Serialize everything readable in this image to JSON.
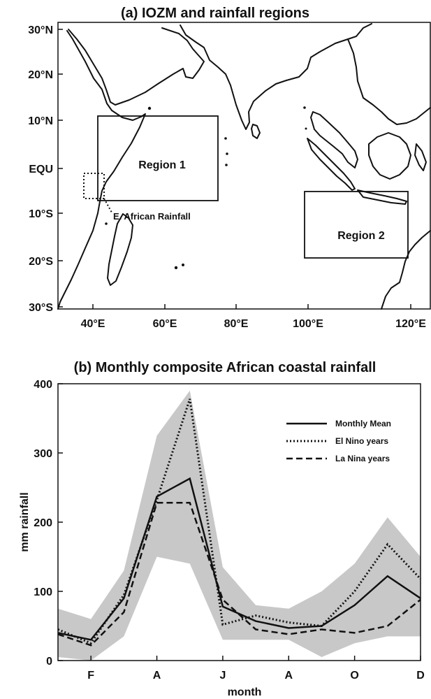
{
  "map": {
    "title": "(a) IOZM and rainfall regions",
    "y_ticks": [
      "30°N",
      "20°N",
      "10°N",
      "EQU",
      "10°S",
      "20°S",
      "30°S"
    ],
    "x_ticks": [
      "40°E",
      "60°E",
      "80°E",
      "100°E",
      "120°E"
    ],
    "region1_label": "Region 1",
    "region2_label": "Region 2",
    "rainfall_label": "E. African Rainfall"
  },
  "chart_data": [
    {
      "type": "area",
      "title": "(b) Monthly composite African coastal rainfall",
      "xlabel": "month",
      "ylabel": "mm rainfall",
      "x_tick_labels": [
        "F",
        "A",
        "J",
        "A",
        "O",
        "D"
      ],
      "x_tick_months": [
        2,
        4,
        6,
        8,
        10,
        12
      ],
      "y_ticks": [
        0,
        100,
        200,
        300,
        400
      ],
      "xlim": [
        1,
        12
      ],
      "ylim": [
        0,
        400
      ],
      "months": [
        1,
        2,
        3,
        4,
        5,
        6,
        7,
        8,
        9,
        10,
        11,
        12
      ],
      "series": [
        {
          "name": "Monthly Mean",
          "style": "solid",
          "values": [
            40,
            30,
            90,
            237,
            263,
            78,
            57,
            47,
            50,
            80,
            122,
            90
          ]
        },
        {
          "name": "El Nino years",
          "style": "dotted",
          "values": [
            45,
            25,
            95,
            232,
            378,
            52,
            65,
            55,
            50,
            100,
            168,
            118
          ]
        },
        {
          "name": "La Nina years",
          "style": "dashed",
          "values": [
            38,
            22,
            70,
            228,
            228,
            88,
            45,
            38,
            45,
            40,
            50,
            88
          ]
        }
      ],
      "shaded_range": {
        "upper": [
          75,
          60,
          130,
          325,
          390,
          135,
          80,
          75,
          100,
          140,
          207,
          150
        ],
        "lower": [
          5,
          0,
          35,
          150,
          140,
          30,
          30,
          30,
          5,
          25,
          35,
          35
        ],
        "color": "#c8c8c8"
      },
      "legend_position": "top-right"
    }
  ]
}
